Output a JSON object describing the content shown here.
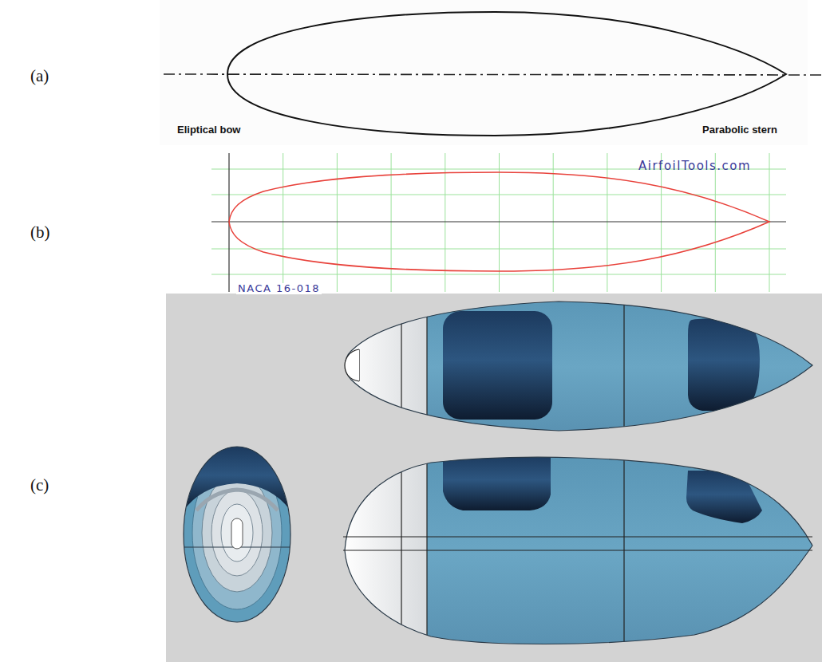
{
  "diagram": {
    "labels": [
      "(a)",
      "Eliptical bow",
      "Parabolic stern",
      "(b)",
      "AirfoilTools.com",
      "NACA 16-018",
      "(c)"
    ]
  }
}
